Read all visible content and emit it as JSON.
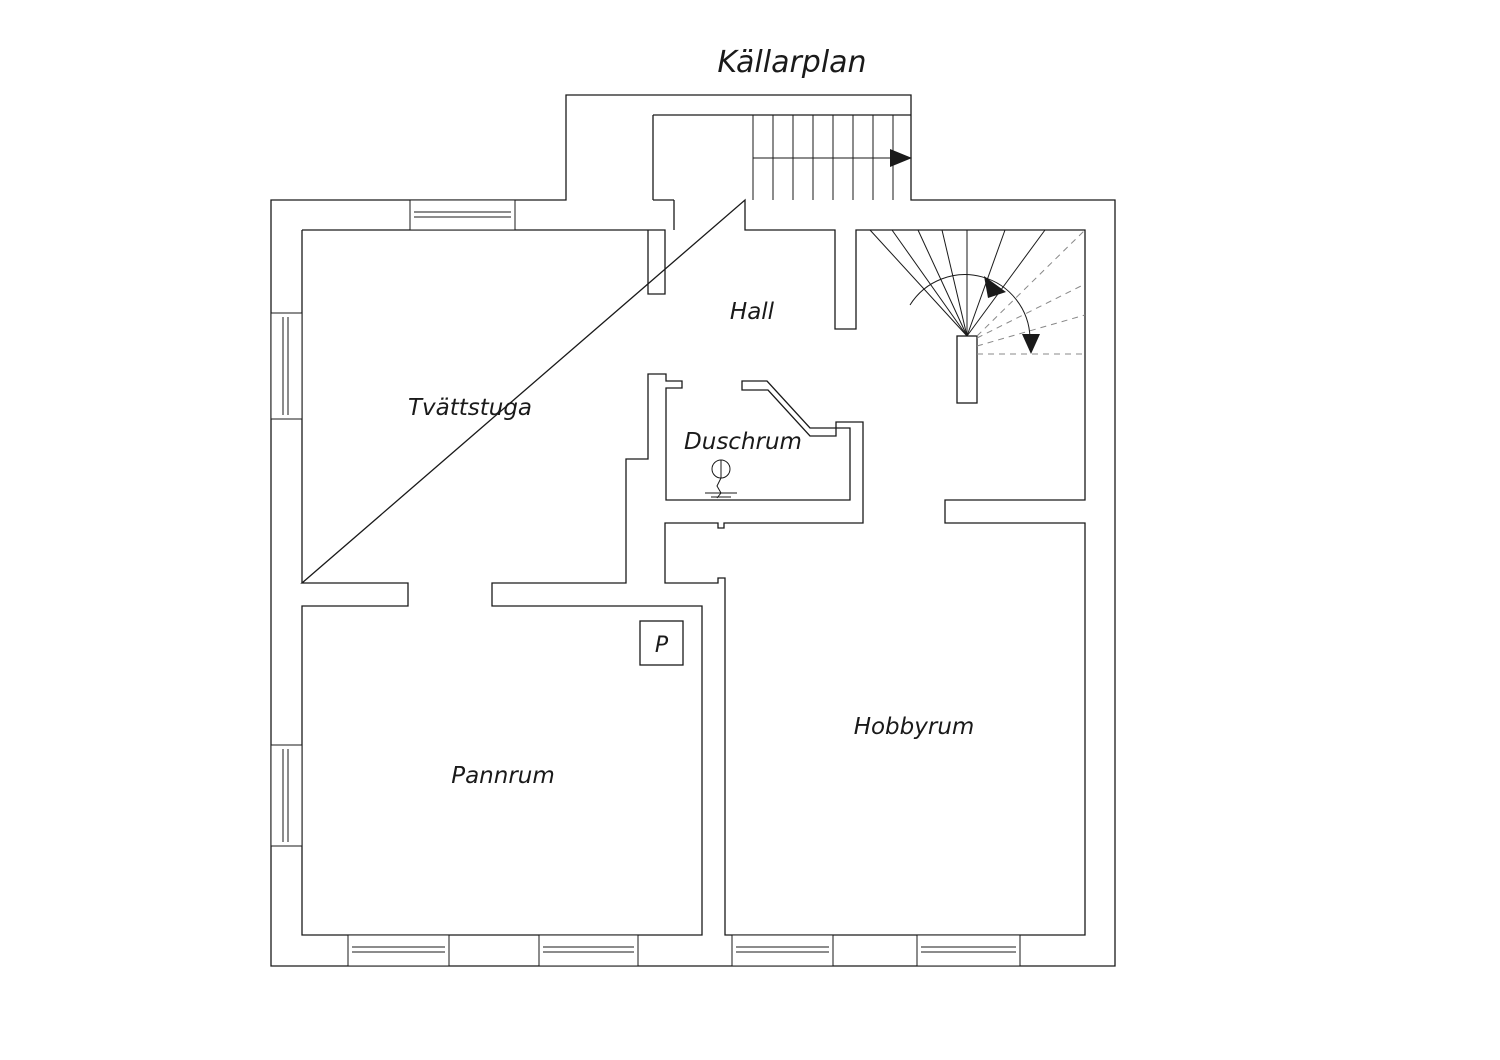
{
  "title": "Källarplan",
  "rooms": {
    "hall": "Hall",
    "tvattstuga": "Tvättstuga",
    "duschrum": "Duschrum",
    "pannrum": "Pannrum",
    "hobbyrum": "Hobbyrum"
  },
  "symbols": {
    "p_label": "P"
  },
  "colors": {
    "line": "#1a1a1a",
    "background": "#ffffff",
    "dashed": "#888888"
  }
}
